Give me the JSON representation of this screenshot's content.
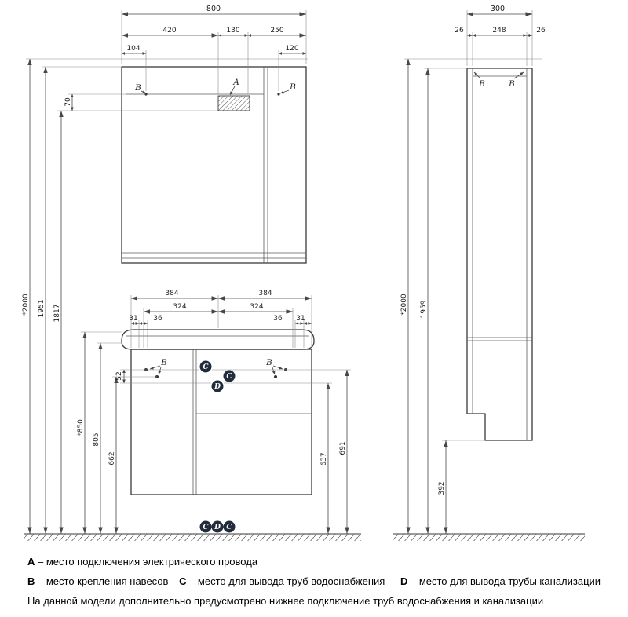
{
  "drawing": {
    "front": {
      "mirror": {
        "dim_overall": "800",
        "dim_left": "420",
        "dim_mid": "130",
        "dim_right": "250",
        "dim_b_left": "104",
        "dim_b_right": "120",
        "dim_elec_gap": "70",
        "label_a": "A",
        "label_b": "В"
      },
      "heights": {
        "total": "*2000",
        "mirror_top": "1951",
        "elec": "1817"
      },
      "vanity": {
        "dim_half_left": "384",
        "dim_half_right": "384",
        "dim_inner_left": "324",
        "dim_inner_right": "324",
        "dim_31_left": "31",
        "dim_36_left": "36",
        "dim_36_right": "36",
        "dim_31_right": "31",
        "dim_cd_gap": "52",
        "h_counter": "*850",
        "h_counter_low": "805",
        "h_mount": "662",
        "h_drain": "637",
        "h_water": "691",
        "label_b": "В",
        "label_c": "C",
        "label_d": "D"
      }
    },
    "side": {
      "dim_overall": "300",
      "dim_left": "26",
      "dim_mid": "248",
      "dim_right": "26",
      "h_total": "*2000",
      "h_cabinet": "1959",
      "h_bottom": "392",
      "label_b": "В"
    }
  },
  "legend": {
    "items": [
      {
        "key": "A",
        "text": "– место подключения электрического провода"
      },
      {
        "key": "B",
        "text": "– место крепления навесов"
      },
      {
        "key": "C",
        "text": "– место для вывода труб водоснабжения"
      },
      {
        "key": "D",
        "text": "– место для вывода трубы канализации"
      }
    ],
    "note": "На данной модели дополнительно предусмотрено нижнее подключение труб водоснабжения и канализации"
  },
  "colors": {
    "line": "#3a3a3a",
    "marker_circle": "#222c3a"
  }
}
